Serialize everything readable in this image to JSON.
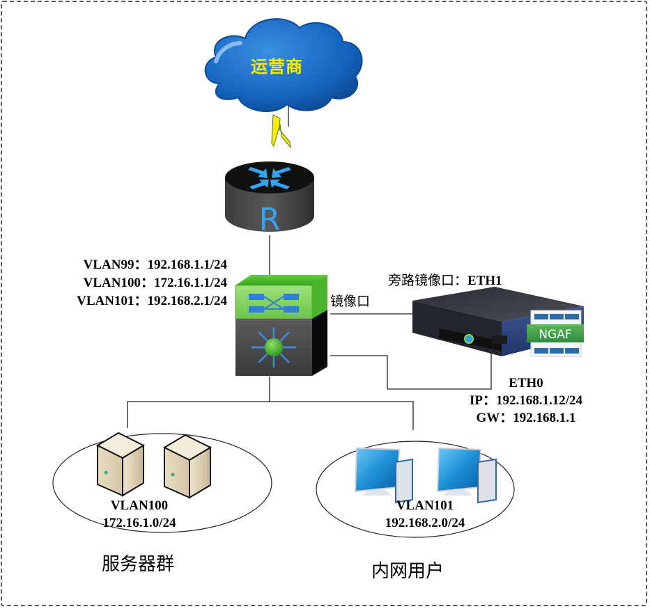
{
  "diagram": {
    "title": "NGAF bypass mirror deployment topology",
    "isp": {
      "label": "运营商",
      "label_color": "#f5f000",
      "cloud_color": "#1a73c8"
    },
    "router": {
      "label": "R",
      "label_color": "#36a3f0"
    },
    "core_switch": {
      "vlans": [
        {
          "name": "VLAN99",
          "sep": "：",
          "ip": "192.168.1.1/24"
        },
        {
          "name": "VLAN100",
          "sep": "：",
          "ip": "172.16.1.1/24"
        },
        {
          "name": "VLAN101",
          "sep": "：",
          "ip": "192.168.2.1/24"
        }
      ],
      "mirror_port_label": "镜像口"
    },
    "ngaf": {
      "bypass_label_prefix": "旁路镜像口：",
      "bypass_port": "ETH1",
      "badge": "NGAF",
      "mgmt_port": "ETH0",
      "ip_label": "IP：",
      "ip": "192.168.1.12/24",
      "gw_label": "GW：",
      "gw": "192.168.1.1"
    },
    "server_group": {
      "vlan": "VLAN100",
      "subnet": "172.16.1.0/24",
      "name": "服务器群"
    },
    "user_group": {
      "vlan": "VLAN101",
      "subnet": "192.168.2.0/24",
      "name": "内网用户"
    }
  }
}
